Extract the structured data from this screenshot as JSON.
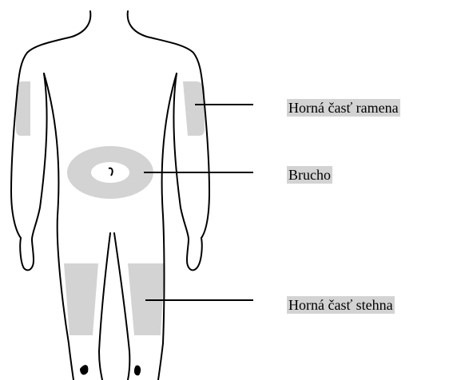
{
  "labels": {
    "upper_arm": "Horná časť ramena",
    "abdomen": "Brucho",
    "thigh": "Horná časť stehna"
  },
  "colors": {
    "zone_fill": "#d3d3d3",
    "label_background": "#d3d3d3",
    "outline": "#000000",
    "background": "#ffffff"
  }
}
